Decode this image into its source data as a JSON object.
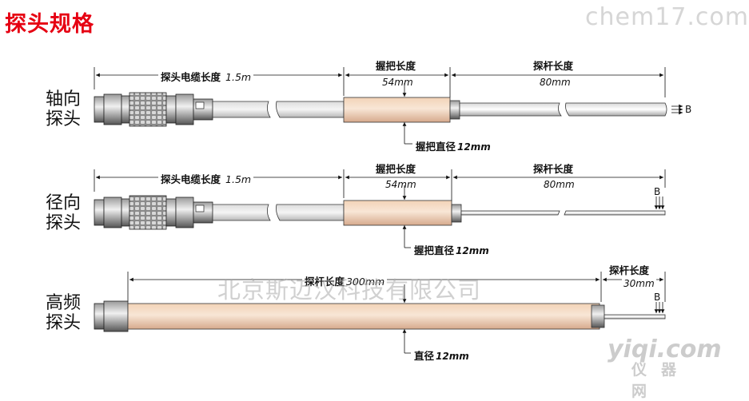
{
  "title": "探头规格",
  "watermarks": {
    "top_right": "chem17.com",
    "center": "北京斯迈汉科技有限公司",
    "bottom_right_latin": "yiqi.com",
    "bottom_right_cn": "仪器网"
  },
  "probes": [
    {
      "side_label_l1": "轴向",
      "side_label_l2": "探头",
      "cable_label": "探头电缆长度",
      "cable_value": "1.5m",
      "handle_label": "握把长度",
      "handle_value": "54mm",
      "rod_label": "探杆长度",
      "rod_value": "80mm",
      "diameter_label": "握把直径",
      "diameter_value": "12mm",
      "b_mark": "B"
    },
    {
      "side_label_l1": "径向",
      "side_label_l2": "探头",
      "cable_label": "探头电缆长度",
      "cable_value": "1.5m",
      "handle_label": "握把长度",
      "handle_value": "54mm",
      "rod_label": "探杆长度",
      "rod_value": "80mm",
      "diameter_label": "握把直径",
      "diameter_value": "12mm",
      "b_mark": "B"
    },
    {
      "side_label_l1": "高频",
      "side_label_l2": "探头",
      "length_label": "探杆长度",
      "length_value": "300mm",
      "tip_label": "探杆长度",
      "tip_value": "30mm",
      "diameter_label": "直径",
      "diameter_value": "12mm",
      "b_mark": "B"
    }
  ]
}
